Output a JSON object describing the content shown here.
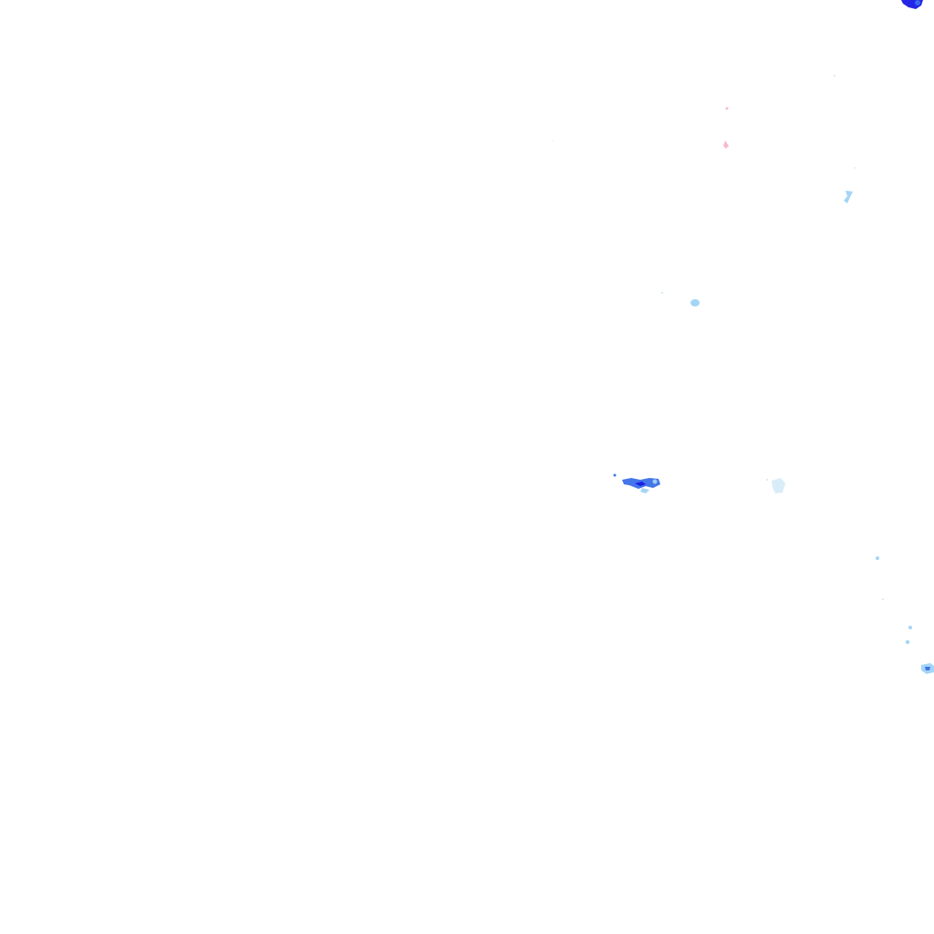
{
  "map": {
    "kind": "weather-radar-overlay-tile",
    "background": "#ffffff",
    "palette": {
      "deep_blue": "#1a1ae6",
      "medium_blue": "#3a6ee8",
      "light_blue": "#9fd3f5",
      "pale_blue": "#cfe8f8",
      "pink": "#f7b6c6"
    },
    "echoes": [
      {
        "id": "echo-top-right-corner",
        "intensity": "deep_blue"
      },
      {
        "id": "echo-upper-pink-dot",
        "intensity": "pink"
      },
      {
        "id": "echo-upper-pink-blob",
        "intensity": "pink"
      },
      {
        "id": "echo-upper-right-small",
        "intensity": "light_blue"
      },
      {
        "id": "echo-upper-right-tiny",
        "intensity": "pale_blue"
      },
      {
        "id": "echo-mid-right-dot",
        "intensity": "light_blue"
      },
      {
        "id": "echo-mid-right-faint",
        "intensity": "pale_blue"
      },
      {
        "id": "echo-central-cluster",
        "intensity": "medium_blue"
      },
      {
        "id": "echo-central-right",
        "intensity": "pale_blue"
      },
      {
        "id": "echo-lower-right-1",
        "intensity": "light_blue"
      },
      {
        "id": "echo-lower-right-2",
        "intensity": "pale_blue"
      },
      {
        "id": "echo-lower-right-3",
        "intensity": "light_blue"
      },
      {
        "id": "echo-lower-right-edge",
        "intensity": "light_blue"
      },
      {
        "id": "echo-upper-faint-speck",
        "intensity": "pale_blue"
      }
    ]
  }
}
